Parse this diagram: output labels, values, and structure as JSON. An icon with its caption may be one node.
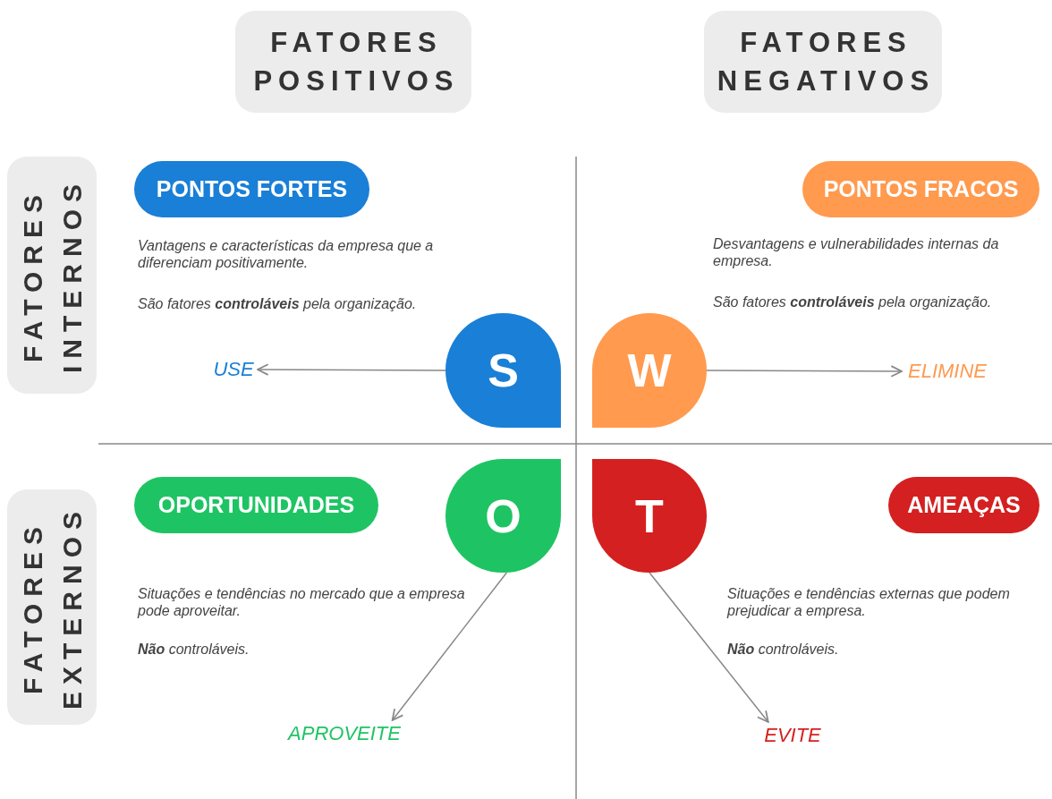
{
  "diagram": {
    "nodes": [
      {
        "text": [
          "FATORES POSITIVOS"
        ]
      },
      {
        "text": [
          "FATORES NEGATIVOS"
        ]
      },
      {
        "text": [
          "FATORES INTERNOS"
        ]
      },
      {
        "text": [
          "FATORES EXTERNOS"
        ]
      },
      {
        "text": [
          "PONTOS FORTES"
        ]
      },
      {
        "text": [
          "PONTOS FRACOS"
        ]
      },
      {
        "text": [
          "OPORTUNIDADES"
        ]
      },
      {
        "text": [
          "AMEAÇAS"
        ]
      },
      {
        "text": [
          "S"
        ]
      },
      {
        "text": [
          "W"
        ]
      },
      {
        "text": [
          "O"
        ]
      },
      {
        "text": [
          "T"
        ]
      },
      {
        "text": [
          "USE"
        ]
      },
      {
        "text": [
          "ELIMINE"
        ]
      },
      {
        "text": [
          "APROVEITE"
        ]
      },
      {
        "text": [
          "EVITE"
        ]
      }
    ],
    "edges": [
      {
        "from": 8,
        "to": 12,
        "arrow": "to"
      },
      {
        "from": 9,
        "to": 13,
        "arrow": "to"
      },
      {
        "from": 10,
        "to": 14,
        "arrow": "to"
      },
      {
        "from": 11,
        "to": 15,
        "arrow": "to"
      }
    ],
    "labels": [
      "Vantagens e características da empresa que a diferenciam positivamente.",
      "São fatores **controláveis** pela organização.",
      "Desvantagens e vulnerabilidades internas da empresa.",
      "São fatores **controláveis** pela organização.",
      "Situações e tendências no mercado que a empresa pode aproveitar.",
      "**Não** controláveis.",
      "Situações e tendências externas que podem prejudicar a empresa.",
      "**Não** controláveis."
    ]
  }
}
